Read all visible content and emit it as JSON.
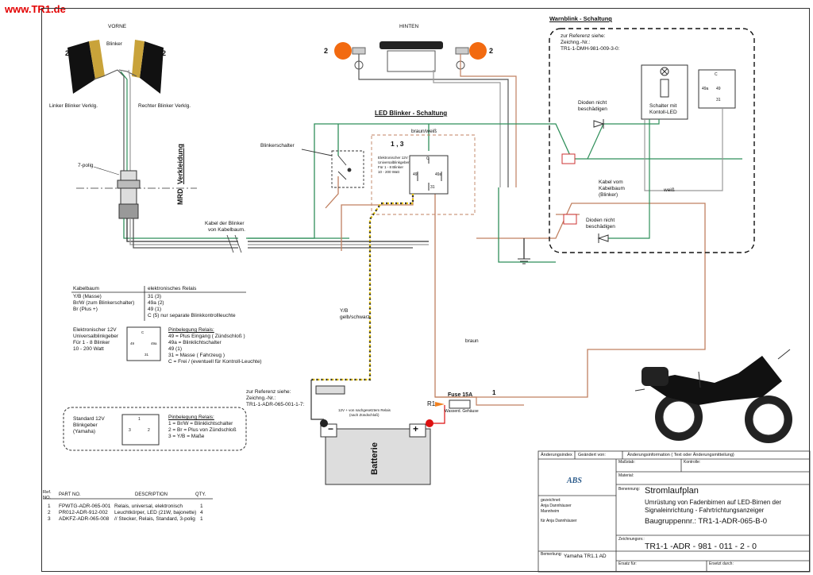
{
  "site_label": "www.TR1.de",
  "labels": {
    "vorne": "VORNE",
    "blinker": "Blinker",
    "num_2a": "2",
    "num_2b": "2",
    "num_2c": "2",
    "num_2d": "2",
    "linker": "Linker Blinker Verklg.",
    "rechter": "Rechter Blinker Verklg.",
    "siebenpolig": "7-polig",
    "mrd": "MRD",
    "verkleidung": "Verkleidung",
    "hinten": "HINTEN",
    "led_title": "LED Blinker - Schaltung",
    "braun_weiss": "braun/weiß",
    "num_13": "1 , 3",
    "relay_desc_1": "Elektronischer 12V",
    "relay_desc_2": "Universalblinkgeber",
    "relay_desc_3": "Für 1 - 8 Blinker",
    "relay_desc_4": "10 - 200 Watt",
    "blinkerschalter": "Blinkerschalter",
    "kabel_blinker_1": "Kabel der Blinker",
    "kabel_blinker_2": "von Kabelbaum.",
    "yb_1": "Y/B",
    "yb_2": "gelb/schwarz",
    "braun": "braun",
    "warnblink_title": "Warnblink - Schaltung",
    "ref1_1": "zur Referenz siehe:",
    "ref1_2": "Zeichng.-Nr.:",
    "ref1_3": "TR1-1-DMH-981-009-3-0:",
    "dioden1_1": "Dioden nicht",
    "dioden1_2": "beschädigen",
    "schalter_1": "Schalter mit",
    "schalter_2": "Kontoll-LED",
    "kabel_vom_1": "Kabel vom",
    "kabel_vom_2": "Kabelbaum",
    "kabel_vom_3": "(Blinker)",
    "weiss": "weiß",
    "dioden2_1": "Dioden nicht",
    "dioden2_2": "beschädigen",
    "ref2_1": "zur Referenz siehe:",
    "ref2_2": "Zeichng.-Nr.:",
    "ref2_3": "TR1-1-ADR-065-001-1-7:",
    "relay_note_1": "12V + von nachgesetztem Relais",
    "relay_note_2": "(nach Zündschloß)",
    "r1": "R1",
    "fuse": "Fuse 15A",
    "fuse_num": "1",
    "fuse_sub": "Wasserd. Gehäuse",
    "batterie": "Batterie",
    "minus": "−",
    "plus": "+",
    "pin_c": "C",
    "pin_49": "49",
    "pin_49a": "49a",
    "pin_31": "31"
  },
  "kabelbaum_table": {
    "headers": [
      "Kabelbaum",
      "elektronisches Relais"
    ],
    "rows": [
      [
        "Y/B  (Masse)",
        "31 (3)"
      ],
      [
        "Br/W (zum Blinkerschalter)",
        "49a (2)"
      ],
      [
        "Br (Plus +)",
        "49 (1)"
      ],
      [
        "",
        "C (5) nur separate Blinkkontrollleuchte"
      ]
    ]
  },
  "relay_legend": {
    "desc": [
      "Elektronischer 12V",
      "Universalblinkgeber",
      "Für 1 - 8 Blinker",
      "10 - 200 Watt"
    ],
    "title": "Pinbelegung Relais:",
    "lines": [
      "49 = Plus Eingang ( Zündschloß )",
      "49a = Blinklichtschalter",
      "49 (1)",
      "31 = Masse ( Fahrzeug )",
      "C = Frei / (eventuell für Kontroll-Leuchte)"
    ]
  },
  "standard_legend": {
    "desc": [
      "Standard 12V",
      "Blinkgeber",
      "(Yamaha)"
    ],
    "title": "Pinbelegung Relais:",
    "lines": [
      "1 = Br/W = Blinklichtschalter",
      "2 = Br = Plus von Zündschloß",
      "3 = Y/B = Maße"
    ],
    "pins": [
      "1",
      "3",
      "2"
    ]
  },
  "parts": {
    "headers": [
      "Ref. NO.",
      "PART NO.",
      "DESCRIPTION",
      "QTY."
    ],
    "rows": [
      [
        "1",
        "FPWTG-ADR-065-001",
        "Relais, universal, elektronisch",
        "1"
      ],
      [
        "2",
        "PR012-ADR-912-002",
        "Leuchtkörper, LED (21W, bajonette)",
        "4"
      ],
      [
        "3",
        "ADKFZ-ADR-065-008",
        "// Stecker, Relais, Standard, 3-polig",
        "1"
      ]
    ]
  },
  "title_block": {
    "aenderungsindex": "Änderungsindex",
    "geaendert": "Geändert von:",
    "aenderungsinfo": "Änderungsinformation ( Text oder Änderungsmitteilung)",
    "massstab": "Maßstab:",
    "kontrolle": "Kontrolle:",
    "material": "Material:",
    "benennung": "Benennung:",
    "drawing_title": "Stromlaufplan",
    "subtitle_1": "Umrüstung von Fadenbirnen auf LED-Birnen der",
    "subtitle_2": "Signaleinrichtung - Fahrtrichtungsanzeiger",
    "baugruppe": "Baugruppennr.: TR1-1-ADR-065-B-0",
    "logo": "ABS",
    "gezeichnet": "gezeichnet:",
    "name1": "Anja Dannhäuser",
    "city": "Mannheim",
    "fuer": "für Anja Dannhäuser",
    "zeichnungsnr": "Zeichnungsnr.:",
    "drawing_number": "TR1-1  -ADR - 981 - 011 - 2 - 0",
    "bemerkung": "Bemerkung:",
    "bemerkung_val": "Yamaha TR1.1 AD",
    "ersatz_fuer": "Ersatz für:",
    "ersatz_durch": "Ersetzt durch:"
  },
  "colors": {
    "green": "#2f8f5a",
    "brown": "#c08060",
    "grey": "#9a9a9a",
    "yellow": "#e8c400",
    "orange": "#f26a10",
    "red": "#dd1111",
    "site_red": "#e30000"
  }
}
